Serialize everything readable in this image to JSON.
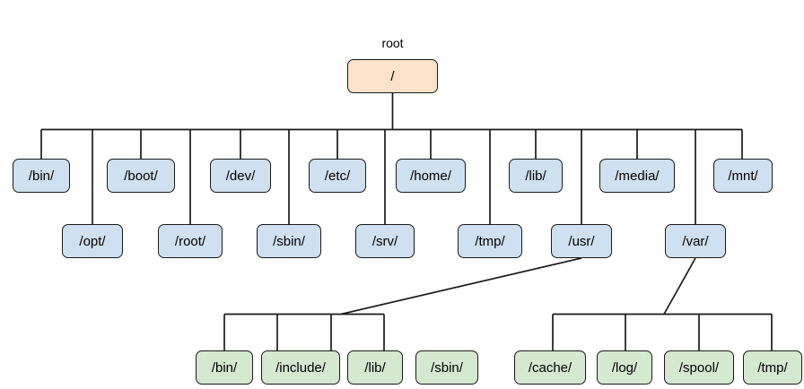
{
  "diagram": {
    "title_caption": "root",
    "colors": {
      "root_fill": "#fbe2c8",
      "level1_fill": "#cfe0f0",
      "level2_fill": "#d5e8d0",
      "stroke": "#1a1a1a",
      "background": "#ffffff"
    },
    "root": {
      "label": "/",
      "caption": "root"
    },
    "level1": [
      {
        "label": "/bin/",
        "row": "upper"
      },
      {
        "label": "/opt/",
        "row": "lower"
      },
      {
        "label": "/boot/",
        "row": "upper"
      },
      {
        "label": "/root/",
        "row": "lower"
      },
      {
        "label": "/dev/",
        "row": "upper"
      },
      {
        "label": "/sbin/",
        "row": "lower"
      },
      {
        "label": "/etc/",
        "row": "upper"
      },
      {
        "label": "/srv/",
        "row": "lower"
      },
      {
        "label": "/home/",
        "row": "upper"
      },
      {
        "label": "/tmp/",
        "row": "lower"
      },
      {
        "label": "/lib/",
        "row": "upper"
      },
      {
        "label": "/usr/",
        "row": "lower"
      },
      {
        "label": "/media/",
        "row": "upper"
      },
      {
        "label": "/var/",
        "row": "lower"
      },
      {
        "label": "/mnt/",
        "row": "upper"
      }
    ],
    "usr_children": [
      {
        "label": "/bin/"
      },
      {
        "label": "/include/"
      },
      {
        "label": "/lib/"
      },
      {
        "label": "/sbin/"
      }
    ],
    "var_children": [
      {
        "label": "/cache/"
      },
      {
        "label": "/log/"
      },
      {
        "label": "/spool/"
      },
      {
        "label": "/tmp/"
      }
    ]
  }
}
